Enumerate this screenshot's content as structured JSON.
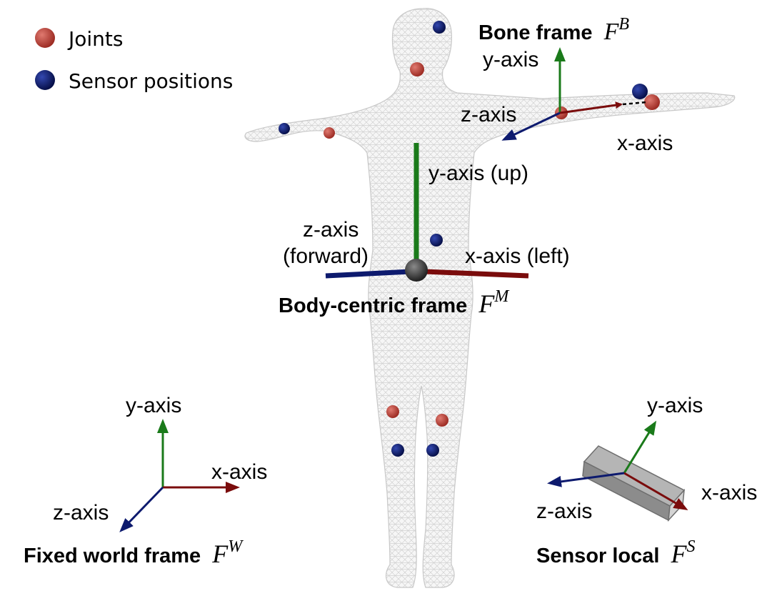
{
  "legend": {
    "joints_label": "Joints",
    "sensors_label": "Sensor positions"
  },
  "bone_frame": {
    "title": "Bone frame",
    "symbol": "F",
    "superscript": "B",
    "y_label": "y-axis",
    "z_label": "z-axis",
    "x_label": "x-axis"
  },
  "body_frame": {
    "title": "Body-centric frame",
    "symbol": "F",
    "superscript": "M",
    "y_label": "y-axis (up)",
    "z_label_line1": "z-axis",
    "z_label_line2": "(forward)",
    "x_label": "x-axis (left)"
  },
  "world_frame": {
    "title": "Fixed world frame",
    "symbol": "F",
    "superscript": "W",
    "y_label": "y-axis",
    "x_label": "x-axis",
    "z_label": "z-axis"
  },
  "sensor_frame": {
    "title": "Sensor local",
    "symbol": "F",
    "superscript": "S",
    "y_label": "y-axis",
    "x_label": "x-axis",
    "z_label": "z-axis"
  },
  "colors": {
    "joint": "#c0463c",
    "sensor": "#0d1a6e",
    "x_axis": "#7a0c0c",
    "y_axis": "#1a7a1a",
    "z_axis": "#0d1a6e",
    "mesh": "#dcdcdc"
  }
}
